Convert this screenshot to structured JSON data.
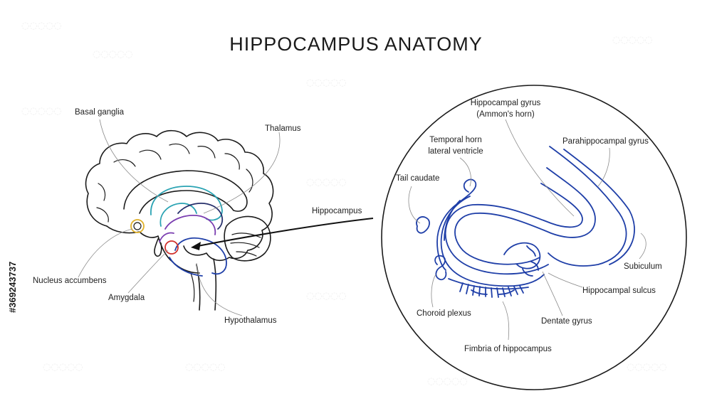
{
  "title": "HIPPOCAMPUS ANATOMY",
  "stock_id": "#369243737",
  "colors": {
    "ink": "#1b1b1b",
    "hippocampus_blue": "#1f3fa8",
    "teal": "#2aa3b3",
    "purple": "#7a3db0",
    "amygdala_red": "#d0302c",
    "accumbens_yellow": "#e0b12a",
    "dark_navy": "#27306b"
  },
  "brain_labels": {
    "basal_ganglia": "Basal ganglia",
    "thalamus": "Thalamus",
    "hippocampus": "Hippocampus",
    "nucleus_accumbens": "Nucleus accumbens",
    "amygdala": "Amygdala",
    "hypothalamus": "Hypothalamus"
  },
  "detail_labels": {
    "hippocampal_gyrus_1": "Hippocampal gyrus",
    "hippocampal_gyrus_2": "(Ammon's horn)",
    "parahippocampal_gyrus": "Parahippocampal gyrus",
    "temporal_horn_1": "Temporal horn",
    "temporal_horn_2": "lateral ventricle",
    "tail_caudate": "Tail caudate",
    "subiculum": "Subiculum",
    "hippocampal_sulcus": "Hippocampal sulcus",
    "dentate_gyrus": "Dentate gyrus",
    "choroid_plexus": "Choroid plexus",
    "fimbria": "Fimbria of hippocampus"
  }
}
